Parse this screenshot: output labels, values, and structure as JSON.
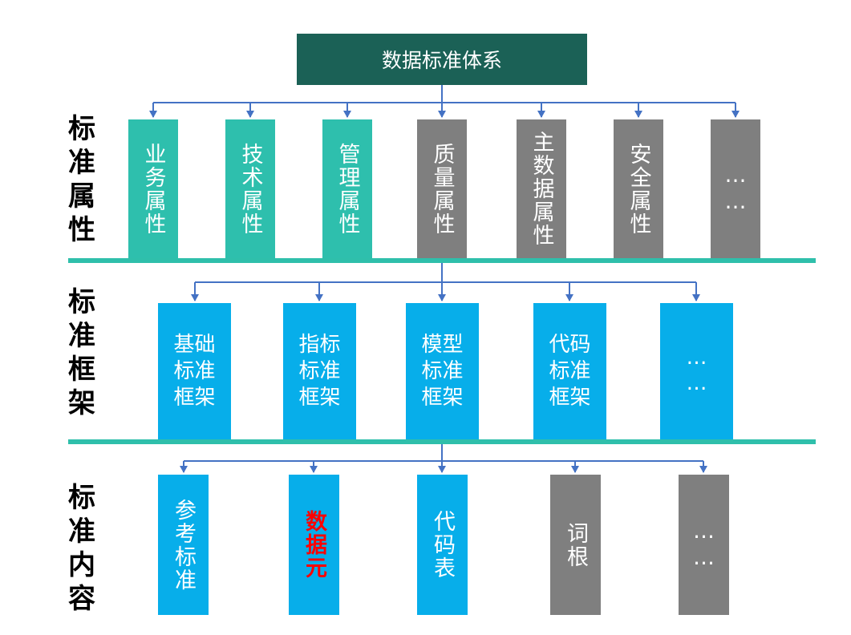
{
  "title": "数据标准体系",
  "colors": {
    "root": "#1b6156",
    "teal": "#2ebfad",
    "gray": "#7f7f7f",
    "blue": "#07aeea",
    "divider": "#2fbfab",
    "arrow": "#4472c4",
    "highlight_text": "#ff0000"
  },
  "side_labels": {
    "attributes": "标准属性",
    "framework": "标准框架",
    "content": "标准内容"
  },
  "attributes": [
    {
      "label": "业务属性",
      "color": "#2ebfad"
    },
    {
      "label": "技术属性",
      "color": "#2ebfad"
    },
    {
      "label": "管理属性",
      "color": "#2ebfad"
    },
    {
      "label": "质量属性",
      "color": "#7f7f7f"
    },
    {
      "label": "主数据属性",
      "color": "#7f7f7f"
    },
    {
      "label": "安全属性",
      "color": "#7f7f7f"
    },
    {
      "label": "……",
      "color": "#7f7f7f"
    }
  ],
  "frameworks": [
    {
      "label": "基础标准框架",
      "color": "#07aeea"
    },
    {
      "label": "指标标准框架",
      "color": "#07aeea"
    },
    {
      "label": "模型标准框架",
      "color": "#07aeea"
    },
    {
      "label": "代码标准框架",
      "color": "#07aeea"
    },
    {
      "label": "……",
      "color": "#07aeea"
    }
  ],
  "contents": [
    {
      "label": "参考标准",
      "color": "#07aeea",
      "text_color": "#ffffff"
    },
    {
      "label": "数据元",
      "color": "#07aeea",
      "text_color": "#ff0000"
    },
    {
      "label": "代码表",
      "color": "#07aeea",
      "text_color": "#ffffff"
    },
    {
      "label": "词根",
      "color": "#7f7f7f",
      "text_color": "#ffffff"
    },
    {
      "label": "……",
      "color": "#7f7f7f",
      "text_color": "#ffffff"
    }
  ]
}
